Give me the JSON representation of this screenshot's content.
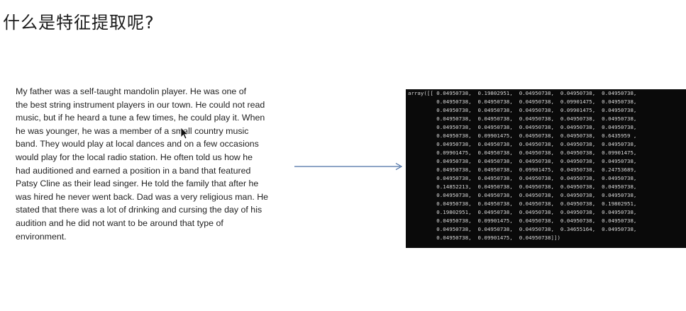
{
  "slide": {
    "title": "什么是特征提取呢?"
  },
  "passage": {
    "lines": [
      "      My father was a self-taught mandolin player. He was one of",
      "the best string instrument players in our town. He could not read",
      "music, but if he heard a tune a few times, he could play it. When",
      "he was younger, he was a member of a small country music",
      "band. They would play at local dances and on a few occasions",
      "would play for the local radio station. He often told us how he",
      "had auditioned and earned a position in a band that featured",
      "Patsy Cline as their lead singer. He told the family that after he",
      "was hired he never went back. Dad was a very religious man. He",
      "stated that there was a lot of drinking and cursing the day of his",
      "audition and he did not want to be around that type of",
      "environment."
    ]
  },
  "terminal": {
    "lines": [
      "array([[ 0.04950738,  0.19802951,  0.04950738,  0.04950738,  0.04950738,",
      "         0.04950738,  0.04950738,  0.04950738,  0.09901475,  0.04950738,",
      "         0.04950738,  0.04950738,  0.04950738,  0.09901475,  0.04950738,",
      "         0.04950738,  0.04950738,  0.04950738,  0.04950738,  0.04950738,",
      "         0.04950738,  0.04950738,  0.04950738,  0.04950738,  0.04950738,",
      "         0.04950738,  0.09901475,  0.04950738,  0.04950738,  0.6435959 ,",
      "         0.04950738,  0.04950738,  0.04950738,  0.04950738,  0.04950738,",
      "         0.09901475,  0.04950738,  0.04950738,  0.04950738,  0.09901475,",
      "         0.04950738,  0.04950738,  0.04950738,  0.04950738,  0.04950738,",
      "         0.04950738,  0.04950738,  0.09901475,  0.04950738,  0.24753689,",
      "         0.04950738,  0.04950738,  0.04950738,  0.04950738,  0.04950738,",
      "         0.14852213,  0.04950738,  0.04950738,  0.04950738,  0.04950738,",
      "         0.04950738,  0.04950738,  0.04950738,  0.04950738,  0.04950738,",
      "         0.04950738,  0.04950738,  0.04950738,  0.04950738,  0.19802951,",
      "         0.19802951,  0.04950738,  0.04950738,  0.04950738,  0.04950738,",
      "         0.04950738,  0.09901475,  0.04950738,  0.04950738,  0.04950738,",
      "         0.04950738,  0.04950738,  0.04950738,  0.34655164,  0.04950738,",
      "         0.04950738,  0.09901475,  0.04950738]])"
    ]
  },
  "icons": {
    "arrow": "right-arrow-icon",
    "cursor": "mouse-pointer-icon"
  },
  "colors": {
    "arrow": "#4a6fa5",
    "terminal_bg": "#0a0a0a",
    "terminal_text": "#d8d8d8"
  }
}
